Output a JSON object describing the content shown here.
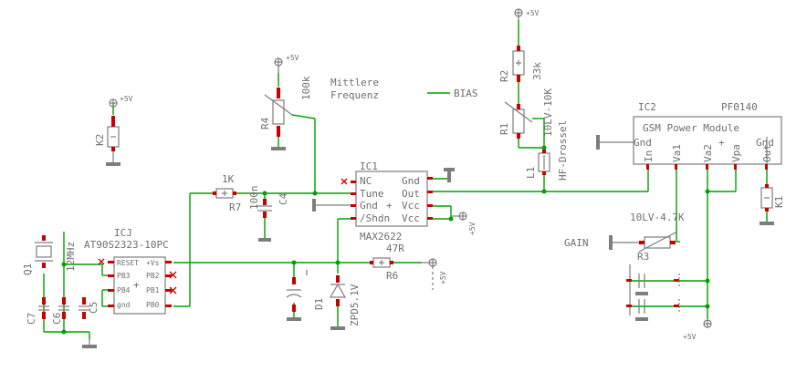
{
  "labels": {
    "u_ic1": "IC1",
    "u_ic2": "IC2",
    "u_ic3": "ICJ",
    "part_ic2": "PF0140",
    "part_ic2_type": "GSM Power Module",
    "part_ic1": "MAX2622",
    "part_ic3": "AT90S2323-10PC",
    "ic1_pins": [
      "NC",
      "Tune",
      "Gnd",
      "/Shdn",
      "Gnd",
      "Out",
      "Vcc",
      "Vcc"
    ],
    "ic2_pins": [
      "Gnd",
      "In",
      "Va1",
      "Va2",
      "Vpa",
      "Out",
      "Gnd"
    ],
    "ic3_pins": [
      "RESET",
      "PB3",
      "PB4",
      "gnd",
      "+Vs",
      "PB2",
      "PB1",
      "PB0"
    ],
    "mid_freq": "Mittlere Frequenz",
    "bias": "BIAS",
    "gain": "GAIN",
    "supply": "+5V",
    "r1k": "1K",
    "r7": "R7",
    "c100n": "100n",
    "c4": "C4",
    "r4": "R4",
    "r4_val": "100k",
    "r2": "R2",
    "r2_val": "33k",
    "r1": "R1",
    "r1_val": "10LV-10K",
    "l1": "L1",
    "l1_val": "HF-Drossel",
    "r3": "R3",
    "r3_val": "10LV-4.7K",
    "r6": "R6",
    "r6_val": "47R",
    "d1": "D1",
    "zener": "ZPD5.1V",
    "k1": "K1",
    "k2": "K2",
    "q1": "Q1",
    "q1_val": "12MHz",
    "c7": "C7",
    "c6": "C6",
    "c5": "C5"
  }
}
